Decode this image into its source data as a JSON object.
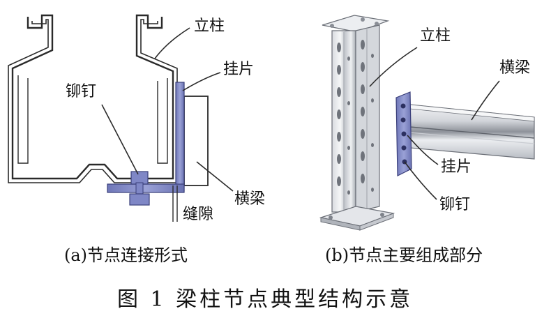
{
  "panel_a": {
    "labels": {
      "column": "立柱",
      "hanger": "挂片",
      "rivet": "铆钉",
      "beam": "横梁",
      "gap": "缝隙"
    },
    "caption": "(a)节点连接形式"
  },
  "panel_b": {
    "labels": {
      "column": "立柱",
      "beam": "横梁",
      "hanger": "挂片",
      "rivet": "铆钉"
    },
    "caption": "(b)节点主要组成部分"
  },
  "figure_title": "图 1   梁柱节点典型结构示意",
  "colors": {
    "line": "#2a2a2a",
    "plate": "#8f97cf",
    "plate_dark": "#5e66a8",
    "steel_light": "#f0f1f3",
    "steel_mid": "#c9ccd2",
    "steel_dark": "#8a8e96"
  }
}
